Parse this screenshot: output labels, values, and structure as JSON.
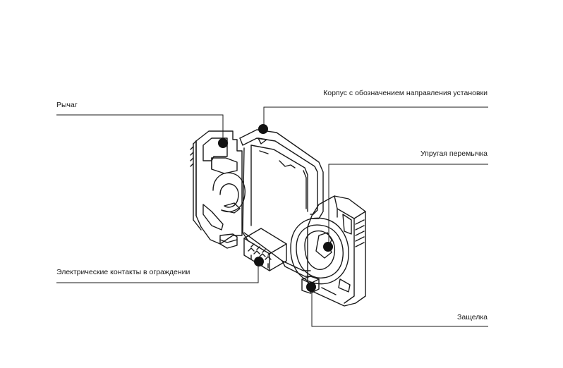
{
  "labels": {
    "lever": "Рычаг",
    "housing": "Корпус с обозначением направления установки",
    "elastic_jumper": "Упругая перемычка",
    "contacts": "Электрические контакты в ограждении",
    "latch": "Защелка"
  },
  "colors": {
    "line": "#1a1a1a",
    "marker": "#111111",
    "background": "#ffffff"
  }
}
